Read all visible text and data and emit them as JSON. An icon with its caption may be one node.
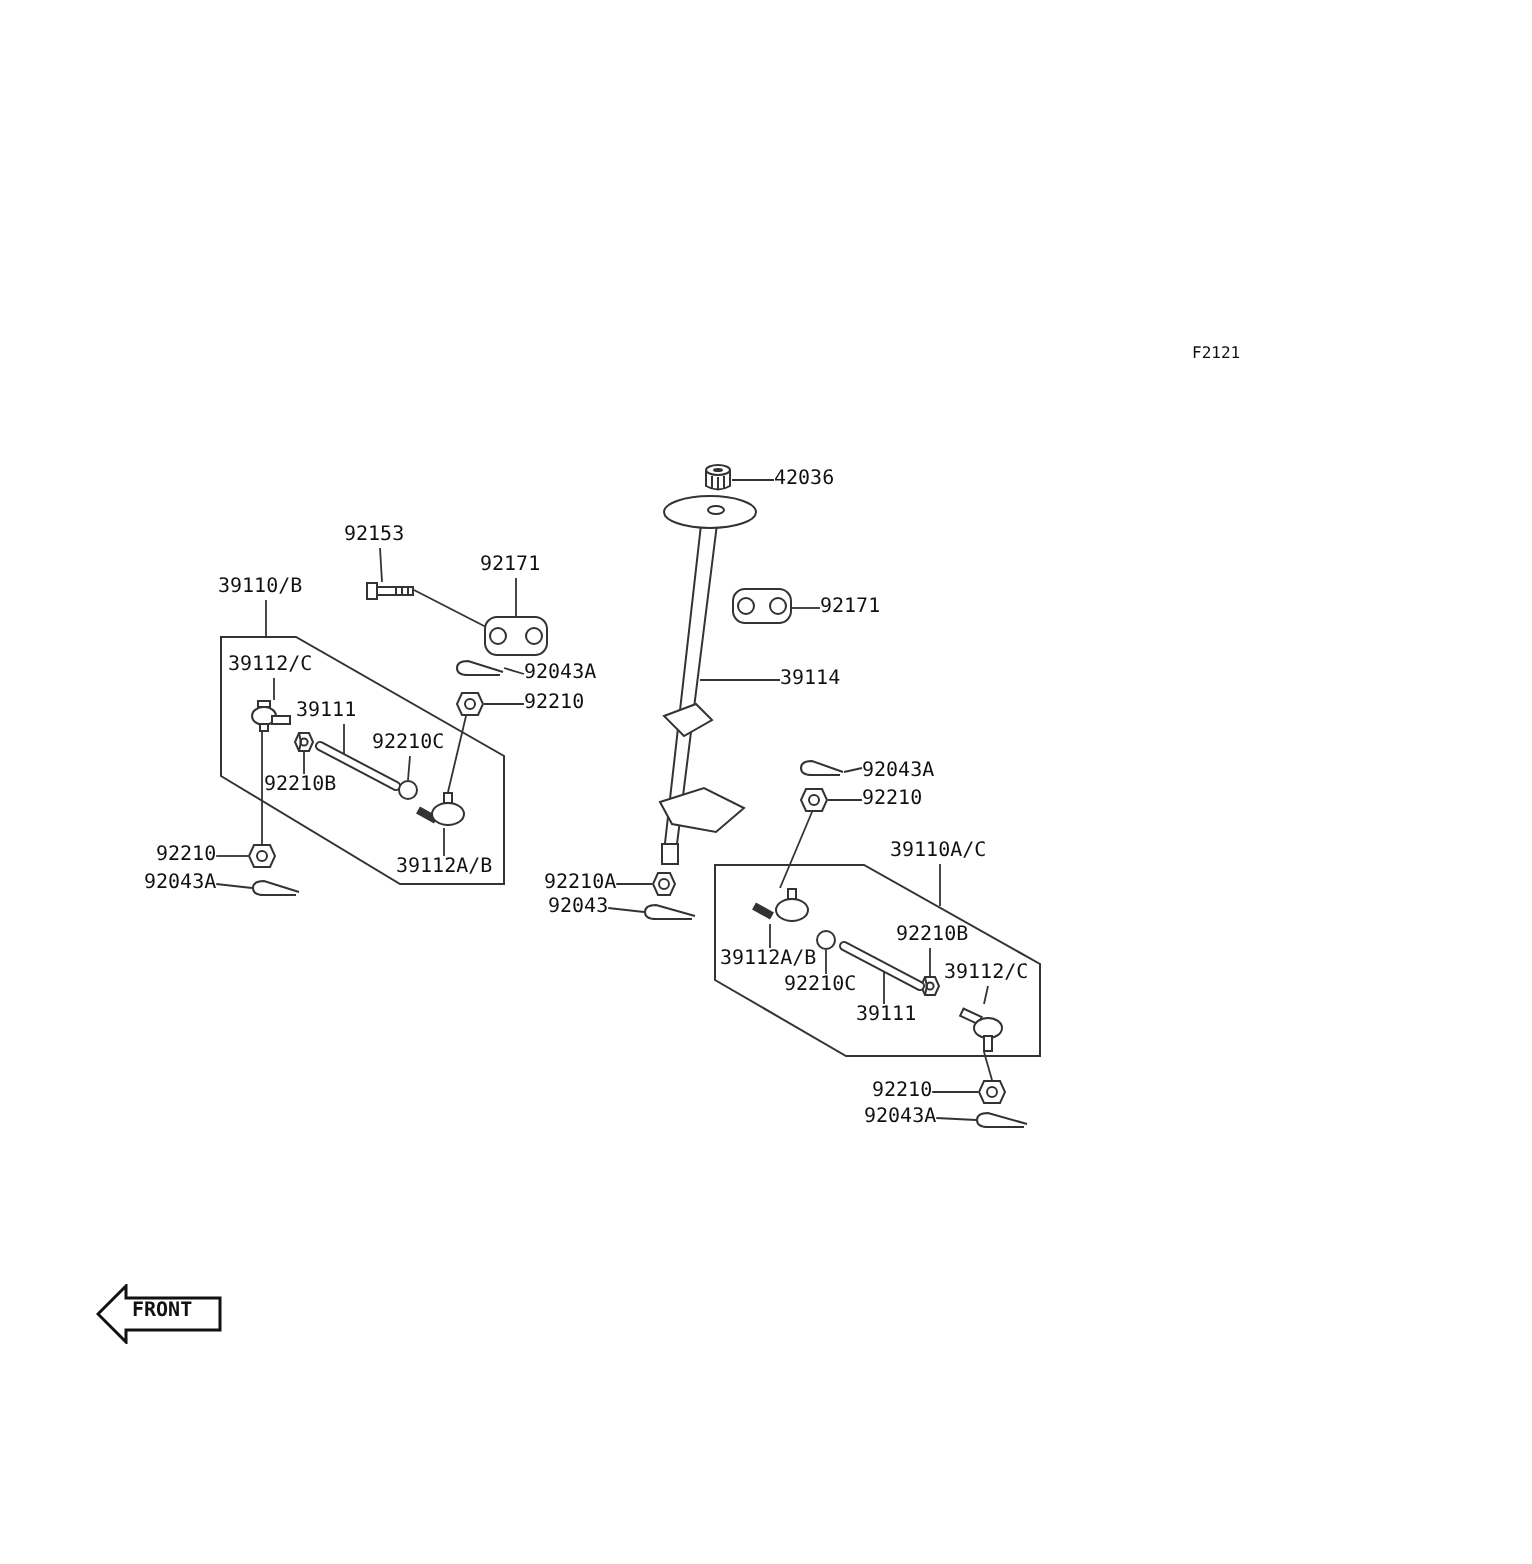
{
  "diagram": {
    "nodes": [
      {
        "text": [
          "92153"
        ]
      },
      {
        "text": [],
        "shape": "picture"
      },
      {
        "text": [
          "92171"
        ]
      },
      {
        "text": [],
        "shape": "picture"
      },
      {
        "text": [
          "39110/B"
        ]
      },
      {
        "text": [],
        "shape": "box"
      },
      {
        "text": [
          "92043A"
        ]
      },
      {
        "text": [],
        "shape": "picture"
      },
      {
        "text": [
          "92210"
        ]
      },
      {
        "text": [],
        "shape": "picture"
      },
      {
        "text": [
          "39112/C"
        ],
        "in": 5
      },
      {
        "text": [],
        "shape": "picture",
        "in": 5
      },
      {
        "text": [
          "39111"
        ],
        "in": 5
      },
      {
        "text": [],
        "shape": "picture",
        "in": 5
      },
      {
        "text": [
          "92210C"
        ],
        "in": 5
      },
      {
        "text": [],
        "shape": "circle",
        "in": 5
      },
      {
        "text": [
          "92210B"
        ],
        "in": 5
      },
      {
        "text": [],
        "shape": "picture",
        "in": 5
      },
      {
        "text": [
          "39112A/B"
        ],
        "in": 5
      },
      {
        "text": [],
        "shape": "picture",
        "in": 5
      },
      {
        "text": [
          "92210"
        ]
      },
      {
        "text": [],
        "shape": "picture"
      },
      {
        "text": [
          "92043A"
        ]
      },
      {
        "text": [],
        "shape": "picture"
      },
      {
        "text": [
          "42036"
        ]
      },
      {
        "text": [],
        "shape": "picture"
      },
      {
        "text": [
          "92171"
        ]
      },
      {
        "text": [],
        "shape": "picture"
      },
      {
        "text": [
          "39114"
        ]
      },
      {
        "text": [],
        "shape": "picture"
      },
      {
        "text": [
          "92210A"
        ]
      },
      {
        "text": [],
        "shape": "picture"
      },
      {
        "text": [
          "92043"
        ]
      },
      {
        "text": [],
        "shape": "picture"
      },
      {
        "text": [
          "92043A"
        ]
      },
      {
        "text": [],
        "shape": "picture"
      },
      {
        "text": [
          "92210"
        ]
      },
      {
        "text": [],
        "shape": "picture"
      },
      {
        "text": [
          "39110A/C"
        ]
      },
      {
        "text": [],
        "shape": "box"
      },
      {
        "text": [
          "39112A/B"
        ],
        "in": 39
      },
      {
        "text": [],
        "shape": "picture",
        "in": 39
      },
      {
        "text": [
          "92210B"
        ],
        "in": 39
      },
      {
        "text": [],
        "shape": "picture",
        "in": 39
      },
      {
        "text": [
          "39112/C"
        ],
        "in": 39
      },
      {
        "text": [],
        "shape": "picture",
        "in": 39
      },
      {
        "text": [
          "92210C"
        ],
        "in": 39
      },
      {
        "text": [],
        "shape": "circle",
        "in": 39
      },
      {
        "text": [
          "39111"
        ],
        "in": 39
      },
      {
        "text": [],
        "shape": "picture",
        "in": 39
      },
      {
        "text": [
          "92210"
        ]
      },
      {
        "text": [],
        "shape": "picture"
      },
      {
        "text": [
          "92043A"
        ]
      },
      {
        "text": [],
        "shape": "picture"
      }
    ],
    "edges": [
      {
        "from": 0,
        "to": 1,
        "arrow": "none"
      },
      {
        "from": 2,
        "to": 3,
        "arrow": "none"
      },
      {
        "from": 4,
        "to": 5,
        "arrow": "none"
      },
      {
        "from": 6,
        "to": 7,
        "arrow": "none"
      },
      {
        "from": 8,
        "to": 9,
        "arrow": "none"
      },
      {
        "from": 10,
        "to": 11,
        "arrow": "none"
      },
      {
        "from": 12,
        "to": 13,
        "arrow": "none"
      },
      {
        "from": 14,
        "to": 15,
        "arrow": "none"
      },
      {
        "from": 16,
        "to": 17,
        "arrow": "none"
      },
      {
        "from": 18,
        "to": 19,
        "arrow": "none"
      },
      {
        "from": 20,
        "to": 21,
        "arrow": "none"
      },
      {
        "from": 22,
        "to": 23,
        "arrow": "none"
      },
      {
        "from": 24,
        "to": 25,
        "arrow": "none"
      },
      {
        "from": 26,
        "to": 27,
        "arrow": "none"
      },
      {
        "from": 28,
        "to": 29,
        "arrow": "none"
      },
      {
        "from": 30,
        "to": 31,
        "arrow": "none"
      },
      {
        "from": 32,
        "to": 33,
        "arrow": "none"
      },
      {
        "from": 34,
        "to": 35,
        "arrow": "none"
      },
      {
        "from": 36,
        "to": 37,
        "arrow": "none"
      },
      {
        "from": 38,
        "to": 39,
        "arrow": "none"
      },
      {
        "from": 40,
        "to": 41,
        "arrow": "none"
      },
      {
        "from": 42,
        "to": 43,
        "arrow": "none"
      },
      {
        "from": 44,
        "to": 45,
        "arrow": "none"
      },
      {
        "from": 46,
        "to": 47,
        "arrow": "none"
      },
      {
        "from": 48,
        "to": 49,
        "arrow": "none"
      },
      {
        "from": 50,
        "to": 51,
        "arrow": "none"
      },
      {
        "from": 52,
        "to": 53,
        "arrow": "none"
      },
      {
        "from": 1,
        "to": 3,
        "arrow": "none"
      },
      {
        "from": 9,
        "to": 19,
        "arrow": "none"
      },
      {
        "from": 11,
        "to": 21,
        "arrow": "none"
      },
      {
        "from": 37,
        "to": 41,
        "arrow": "none"
      },
      {
        "from": 45,
        "to": 51,
        "arrow": "none"
      }
    ],
    "labels": [
      "F2121",
      "FRONT"
    ]
  }
}
